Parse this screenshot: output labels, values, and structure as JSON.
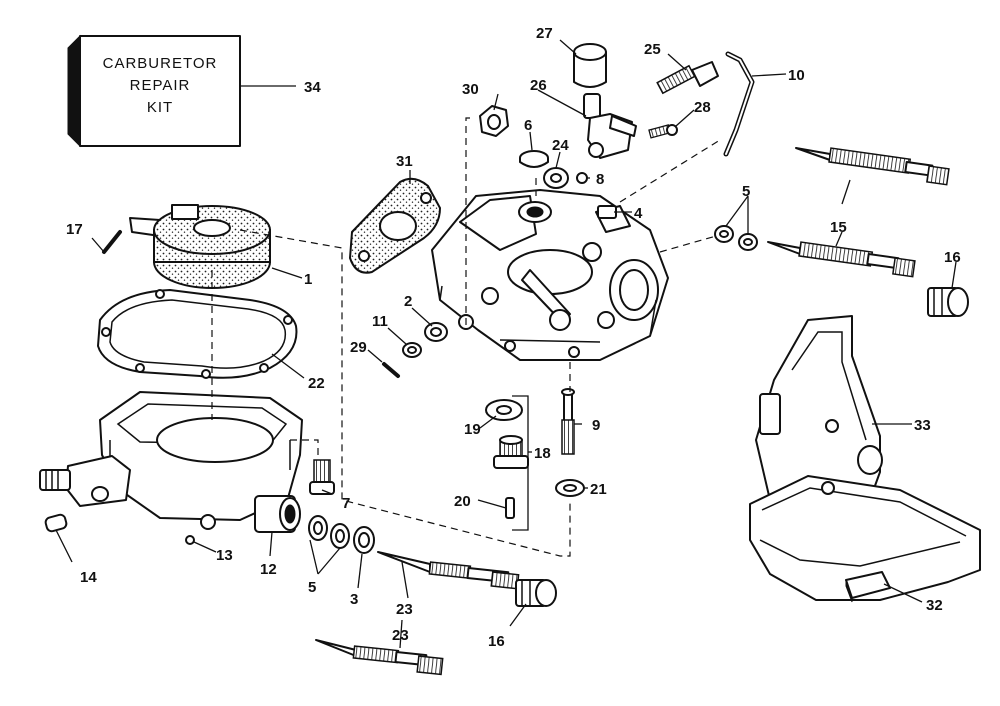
{
  "kit_box": {
    "line1": "CARBURETOR",
    "line2": "REPAIR",
    "line3": "KIT"
  },
  "callouts": {
    "c1": "1",
    "c2": "2",
    "c3": "3",
    "c4": "4",
    "c5a": "5",
    "c5b": "5",
    "c6": "6",
    "c7": "7",
    "c8": "8",
    "c9": "9",
    "c10": "10",
    "c11": "11",
    "c12": "12",
    "c13": "13",
    "c14": "14",
    "c15": "15",
    "c16a": "16",
    "c16b": "16",
    "c17": "17",
    "c18": "18",
    "c19": "19",
    "c20": "20",
    "c21": "21",
    "c22": "22",
    "c23a": "23",
    "c23b": "23",
    "c24": "24",
    "c25": "25",
    "c26": "26",
    "c27": "27",
    "c28": "28",
    "c29": "29",
    "c30": "30",
    "c31": "31",
    "c32": "32",
    "c33": "33",
    "c34": "34"
  }
}
